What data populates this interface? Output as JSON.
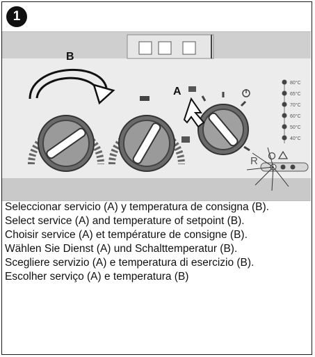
{
  "step": {
    "number": "1"
  },
  "labels": {
    "service_marker": "A",
    "temperature_marker": "B"
  },
  "temperature_scale": [
    "80°C",
    "65°C",
    "70°C",
    "60°C",
    "50°C",
    "40°C"
  ],
  "selector_marks": {
    "reset": "R"
  },
  "captions": [
    "Seleccionar servicio (A) y temperatura de consigna (B).",
    "Select service (A) and temperature of setpoint (B).",
    "Choisir service (A) et température de consigne (B).",
    "Wählen Sie Dienst (A) und Schalttemperatur (B).",
    "Scegliere servizio (A) e temperatura di esercizio (B).",
    "Escolher serviço (A) e temperatura (B)"
  ],
  "colors": {
    "panel": "#ececec",
    "knob_dark": "#5a5a5a",
    "outline": "#1a1a1a",
    "led": "#444444"
  }
}
